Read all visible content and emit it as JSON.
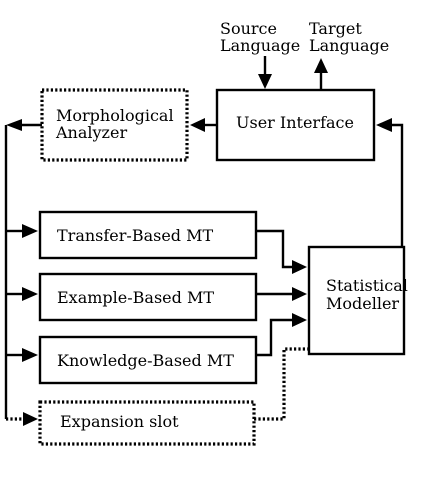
{
  "diagram": {
    "inputs": {
      "source_line1": "Source",
      "source_line2": "Language",
      "target_line1": "Target",
      "target_line2": "Language"
    },
    "nodes": {
      "user_interface": "User Interface",
      "morph_line1": "Morphological",
      "morph_line2": "Analyzer",
      "transfer_mt": "Transfer-Based MT",
      "example_mt": "Example-Based MT",
      "knowledge_mt": "Knowledge-Based MT",
      "expansion_slot": "Expansion slot",
      "stat_line1": "Statistical",
      "stat_line2": "Modeller"
    }
  }
}
